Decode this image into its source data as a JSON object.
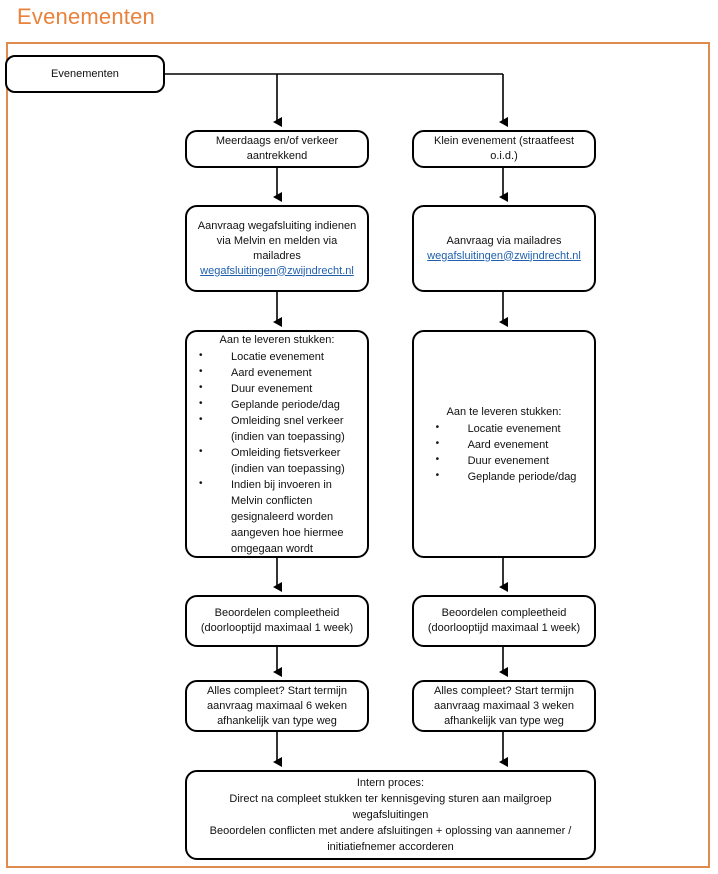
{
  "page": {
    "title": "Evenementen",
    "title_color": "#E8823C",
    "frame_color": "#E08B4E",
    "link_color": "#1F5FAD",
    "node_border_color": "#000000",
    "background": "#ffffff"
  },
  "flow": {
    "type": "flowchart",
    "start": {
      "id": "start",
      "label": "Evenementen"
    },
    "branches": [
      {
        "id": "left",
        "steps": [
          {
            "id": "left-1",
            "label": "Meerdaags en/of verkeer aantrekkend"
          },
          {
            "id": "left-2",
            "label": "Aanvraag wegafsluiting indienen via Melvin en melden via mailadres",
            "link": "wegafsluitingen@zwijndrecht.nl"
          },
          {
            "id": "left-3",
            "heading": "Aan te leveren stukken:",
            "bullets": [
              "Locatie evenement",
              "Aard evenement",
              "Duur evenement",
              "Geplande periode/dag",
              "Omleiding snel verkeer (indien van toepassing)",
              "Omleiding fietsverkeer (indien van toepassing)",
              "Indien bij invoeren in Melvin conflicten gesignaleerd worden aangeven hoe hiermee omgegaan wordt"
            ]
          },
          {
            "id": "left-4",
            "label": "Beoordelen compleetheid (doorlooptijd maximaal 1 week)"
          },
          {
            "id": "left-5",
            "label": "Alles compleet? Start termijn aanvraag maximaal 6 weken afhankelijk van type weg"
          }
        ]
      },
      {
        "id": "right",
        "steps": [
          {
            "id": "right-1",
            "label": "Klein evenement (straatfeest o.i.d.)"
          },
          {
            "id": "right-2",
            "label": "Aanvraag via mailadres",
            "link": "wegafsluitingen@zwijndrecht.nl"
          },
          {
            "id": "right-3",
            "heading": "Aan te leveren stukken:",
            "bullets": [
              "Locatie evenement",
              "Aard evenement",
              "Duur evenement",
              "Geplande periode/dag"
            ]
          },
          {
            "id": "right-4",
            "label": "Beoordelen compleetheid (doorlooptijd maximaal 1 week)"
          },
          {
            "id": "right-5",
            "label": "Alles compleet? Start termijn aanvraag maximaal 3 weken afhankelijk van type weg"
          }
        ]
      }
    ],
    "merge": {
      "id": "bottom",
      "lines": [
        "Intern proces:",
        "Direct na compleet stukken ter kennisgeving sturen aan mailgroep wegafsluitingen",
        "Beoordelen conflicten met andere afsluitingen + oplossing van aannemer / initiatiefnemer accorderen"
      ]
    }
  }
}
